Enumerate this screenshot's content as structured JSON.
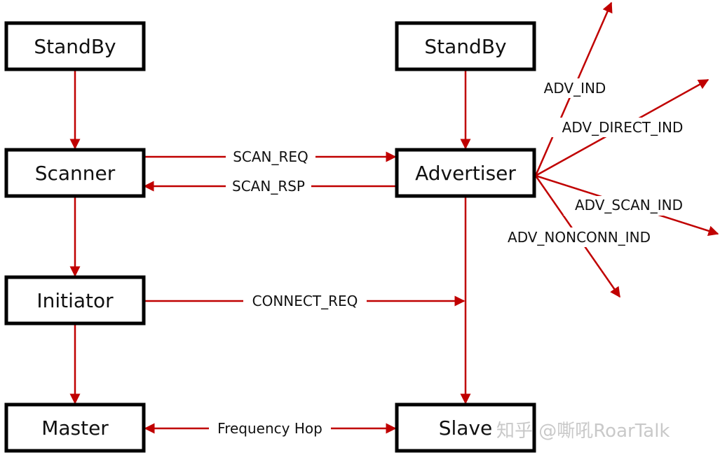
{
  "colors": {
    "arrow": "#c00000",
    "box_border": "#000000",
    "text": "#111111"
  },
  "nodes": {
    "standby_left": "StandBy",
    "standby_right": "StandBy",
    "scanner": "Scanner",
    "advertiser": "Advertiser",
    "initiator": "Initiator",
    "master": "Master",
    "slave": "Slave"
  },
  "edges": {
    "scan_req": "SCAN_REQ",
    "scan_rsp": "SCAN_RSP",
    "connect_req": "CONNECT_REQ",
    "frequency_hop": "Frequency Hop",
    "adv_ind": "ADV_IND",
    "adv_direct_ind": "ADV_DIRECT_IND",
    "adv_scan_ind": "ADV_SCAN_IND",
    "adv_nonconn_ind": "ADV_NONCONN_IND"
  },
  "watermark": "知乎 @嘶吼RoarTalk"
}
